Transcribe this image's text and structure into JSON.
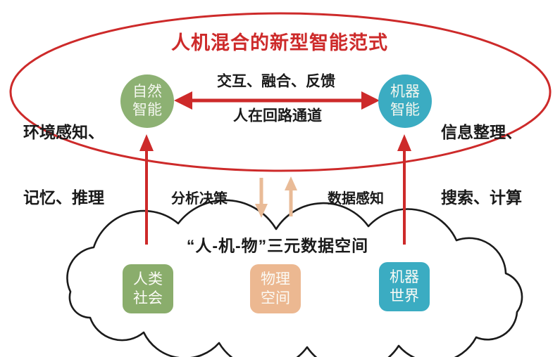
{
  "colors": {
    "accent_red": "#cd2a2a",
    "natural_green": "#8db173",
    "machine_teal": "#3bacc2",
    "physical_tan": "#ecb891",
    "cloud_stroke": "#1b1b1b"
  },
  "paradigm": {
    "title": "人机混合的新型智能范式",
    "left_capabilities": {
      "line1": "环境感知、",
      "line2": "记忆、推理"
    },
    "right_capabilities": {
      "line1": "信息整理、",
      "line2": "搜索、计算"
    },
    "natural_node": {
      "line1": "自然",
      "line2": "智能"
    },
    "machine_node": {
      "line1": "机器",
      "line2": "智能"
    },
    "interaction_top": "交互、融合、反馈",
    "interaction_bottom": "人在回路通道"
  },
  "flows": {
    "analysis_label": "分析决策",
    "data_sense_label": "数据感知"
  },
  "cloud": {
    "title": "“人-机-物”三元数据空间",
    "boxes": [
      {
        "line1": "人类",
        "line2": "社会"
      },
      {
        "line1": "物理",
        "line2": "空间"
      },
      {
        "line1": "机器",
        "line2": "世界"
      }
    ]
  }
}
